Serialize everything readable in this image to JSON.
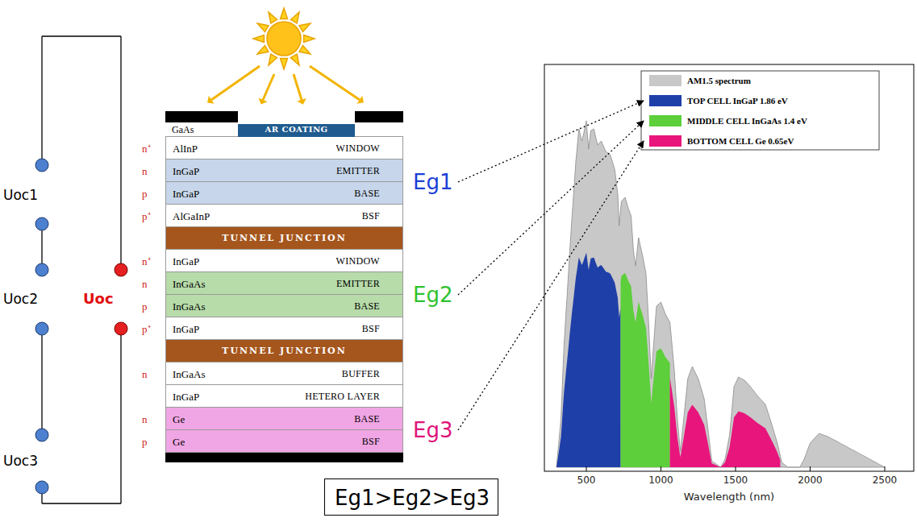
{
  "diagram": {
    "nodes": [
      {
        "text": [
          "GaAs"
        ]
      },
      {
        "text": [
          "AR COATING"
        ],
        "in": 0
      },
      {
        "text": [
          "n⁺",
          "AlInP",
          "WINDOW"
        ]
      },
      {
        "text": [
          "n",
          "InGaP",
          "EMITTER"
        ]
      },
      {
        "text": [
          "p",
          "InGaP",
          "BASE"
        ]
      },
      {
        "text": [
          "p⁺",
          "AlGaInP",
          "BSF"
        ]
      },
      {
        "text": [
          "TUNNEL JUNCTION"
        ]
      },
      {
        "text": [
          "n⁺",
          "InGaP",
          "WINDOW"
        ]
      },
      {
        "text": [
          "n",
          "InGaAs",
          "EMITTER"
        ]
      },
      {
        "text": [
          "p",
          "InGaAs",
          "BASE"
        ]
      },
      {
        "text": [
          "p⁺",
          "InGaP",
          "BSF"
        ]
      },
      {
        "text": [
          "TUNNEL JUNCTION"
        ]
      },
      {
        "text": [
          "n",
          "InGaAs",
          "BUFFER"
        ]
      },
      {
        "text": [
          "InGaP",
          "HETERO LAYER"
        ]
      },
      {
        "text": [
          "n",
          "Ge",
          "BASE"
        ]
      },
      {
        "text": [
          "p",
          "Ge",
          "BSF"
        ]
      },
      {
        "text": [
          "Eg1>Eg2>Eg3"
        ]
      }
    ],
    "labels": [
      "Uoc1",
      "Uoc2",
      "Uoc3",
      "Uoc",
      "Eg1",
      "Eg2",
      "Eg3",
      "500",
      "1000",
      "1500",
      "2000",
      "2500",
      "Wavelength (nm)"
    ],
    "legend": [
      {
        "text": "AM1.5 spectrum",
        "color": "#c8c8c8"
      },
      {
        "text": "TOP CELL InGaP 1.86 eV",
        "color": "#1f3fa8"
      },
      {
        "text": "MIDDLE CELL InGaAs 1.4 eV",
        "color": "#5ccf3a"
      },
      {
        "text": "BOTTOM CELL Ge 0.65eV",
        "color": "#e8157c"
      }
    ]
  }
}
